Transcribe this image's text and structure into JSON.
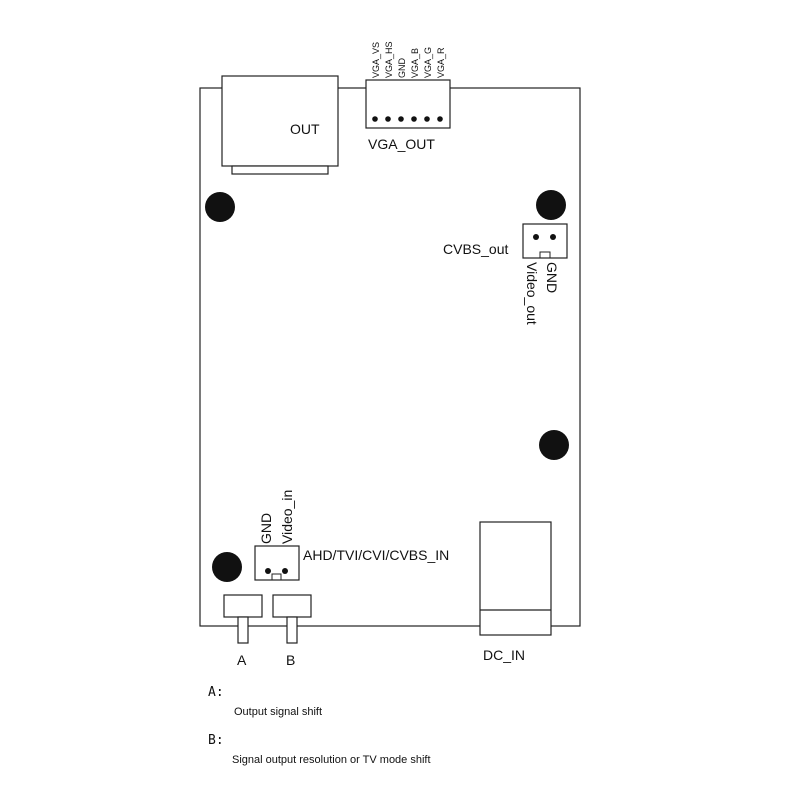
{
  "connectors": {
    "out_label": "OUT",
    "vga_pins": [
      "VGA_VS",
      "VGA_HS",
      "GND",
      "VGA_B",
      "VGA_G",
      "VGA_R"
    ],
    "vga_label": "VGA_OUT",
    "cvbs_label": "CVBS_out",
    "cvbs_pins": [
      "GND",
      "Video_out"
    ],
    "input_pins": [
      "GND",
      "Video_in"
    ],
    "input_label": "AHD/TVI/CVI/CVBS_IN",
    "button_a": "A",
    "button_b": "B",
    "dc_label": "DC_IN"
  },
  "notes": [
    {
      "key": "A:",
      "text": "Output signal shift"
    },
    {
      "key": "B:",
      "text": "Signal output resolution or TV mode shift"
    }
  ]
}
